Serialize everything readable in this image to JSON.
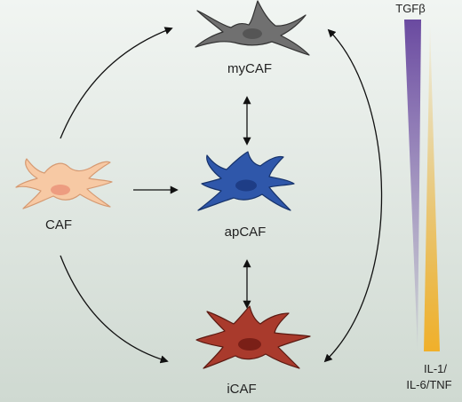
{
  "cells": {
    "mycaf": {
      "label": "myCAF",
      "color": "#707070",
      "nucleus": "#555555"
    },
    "caf": {
      "label": "CAF",
      "color": "#f7c9a4",
      "nucleus": "#ed9c80"
    },
    "apcaf": {
      "label": "apCAF",
      "color": "#2f57aa",
      "nucleus": "#1e3d86"
    },
    "icaf": {
      "label": "iCAF",
      "color": "#a93a2c",
      "nucleus": "#7a1f17"
    }
  },
  "gradient": {
    "top_label": "TGFβ",
    "bottom_label_lines": [
      "IL-1/",
      "IL-6/TNF"
    ],
    "tgf_color": "#6a4aa0",
    "il_color": "#f0b02a"
  },
  "background": {
    "top": "#f1f5f2",
    "bottom": "#cfd9d1"
  },
  "arrow_color": "#111111"
}
